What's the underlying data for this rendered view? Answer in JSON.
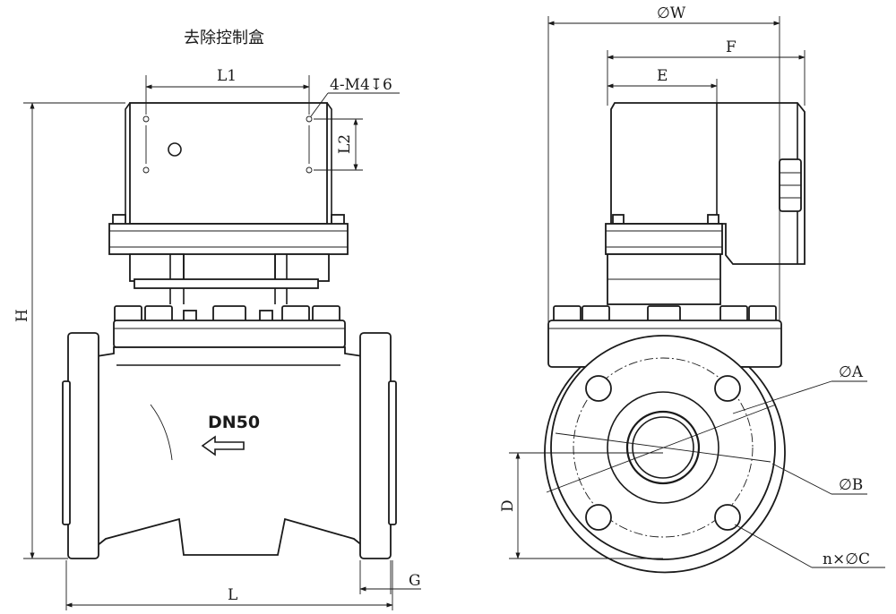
{
  "caption": "去除控制盒",
  "model_label": "DN50",
  "dimension_labels": {
    "L1": "L1",
    "holes": "4-M4↧6",
    "L2": "L2",
    "H": "H",
    "L": "L",
    "G": "G",
    "W": "∅W",
    "F": "F",
    "E": "E",
    "D": "D",
    "A": "∅A",
    "B": "∅B",
    "C": "n×∅C"
  }
}
